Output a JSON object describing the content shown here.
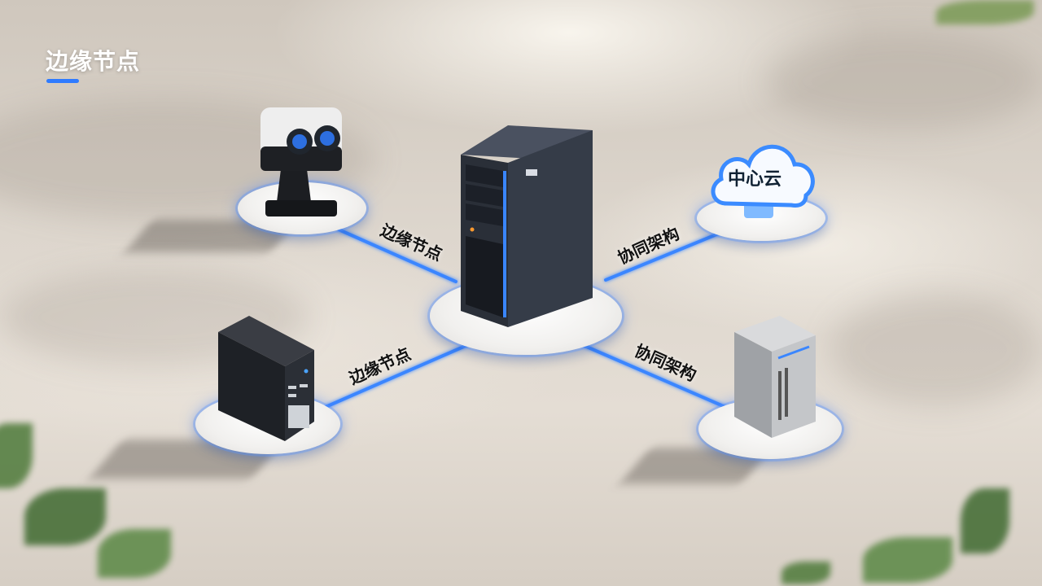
{
  "title": "边缘节点",
  "links": {
    "top_left": "边缘节点",
    "top_right": "协同架构",
    "bottom_left": "边缘节点",
    "bottom_right": "协同架构"
  },
  "cloud": {
    "label": "中心云"
  },
  "colors": {
    "accent": "#2f7bff",
    "glow": "#4a90ff"
  }
}
